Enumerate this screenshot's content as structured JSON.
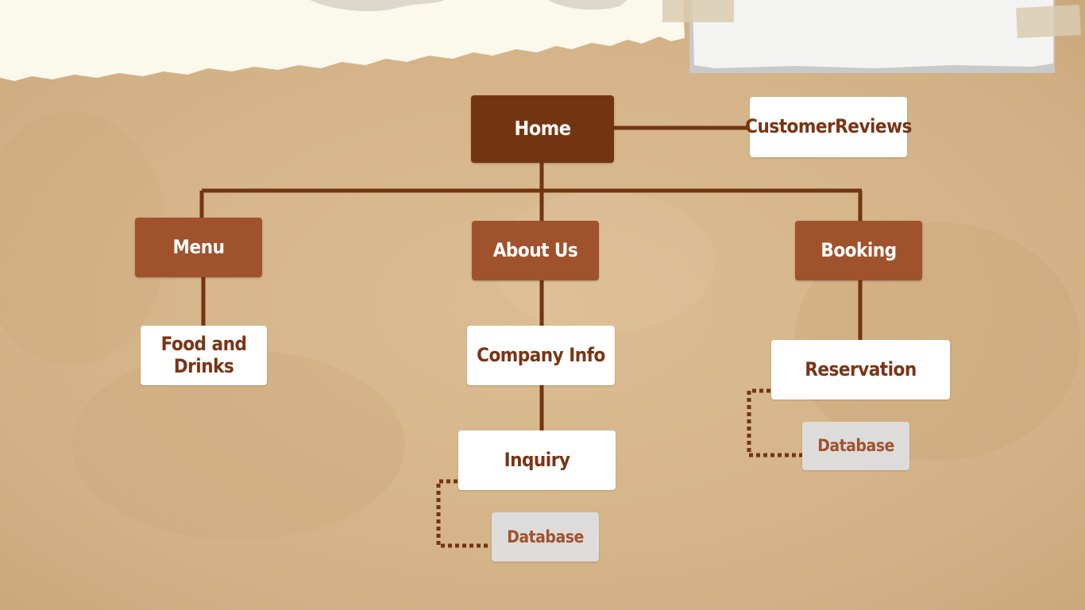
{
  "diagram": {
    "nodes": {
      "home": "Home",
      "customer_reviews": "CustomerReviews",
      "menu": "Menu",
      "about_us": "About Us",
      "booking": "Booking",
      "food_and_drinks_line1": "Food and",
      "food_and_drinks_line2": "Drinks",
      "company_info": "Company Info",
      "inquiry": "Inquiry",
      "reservation": "Reservation",
      "database_inquiry": "Database",
      "database_reservation": "Database"
    }
  },
  "colors": {
    "primary_node": "#733511",
    "section_node": "#a0522d",
    "leaf_node": "#ffffff",
    "database_node": "#dedcdb",
    "connector": "#733511",
    "background": "#d9b98f"
  }
}
